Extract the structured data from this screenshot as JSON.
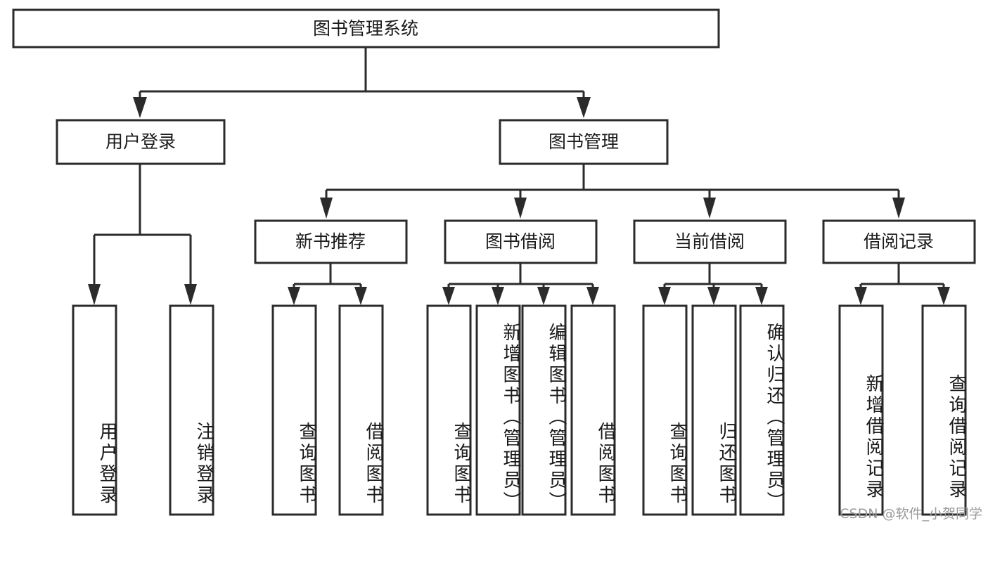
{
  "diagram": {
    "title": "图书管理系统",
    "type": "tree-hierarchy-chart",
    "watermark": "CSDN @软件_小贺同学",
    "root": {
      "id": "root",
      "label": "图书管理系统"
    },
    "level2": [
      {
        "id": "user-login",
        "label": "用户登录"
      },
      {
        "id": "book-manage",
        "label": "图书管理"
      }
    ],
    "level3": [
      {
        "id": "new-book-rec",
        "label": "新书推荐",
        "parent": "book-manage"
      },
      {
        "id": "book-borrow",
        "label": "图书借阅",
        "parent": "book-manage"
      },
      {
        "id": "current-borrow",
        "label": "当前借阅",
        "parent": "book-manage"
      },
      {
        "id": "borrow-record",
        "label": "借阅记录",
        "parent": "book-manage"
      }
    ],
    "leaves": [
      {
        "id": "leaf-user-login",
        "label": "用户登录",
        "parent": "user-login"
      },
      {
        "id": "leaf-logout",
        "label": "注销登录",
        "parent": "user-login"
      },
      {
        "id": "leaf-query-book-1",
        "label": "查询图书",
        "parent": "new-book-rec"
      },
      {
        "id": "leaf-borrow-book-1",
        "label": "借阅图书",
        "parent": "new-book-rec"
      },
      {
        "id": "leaf-query-book-2",
        "label": "查询图书",
        "parent": "book-borrow"
      },
      {
        "id": "leaf-add-book",
        "label": "新增图书（管理员）",
        "parent": "book-borrow"
      },
      {
        "id": "leaf-edit-book",
        "label": "编辑图书（管理员）",
        "parent": "book-borrow"
      },
      {
        "id": "leaf-borrow-book-2",
        "label": "借阅图书",
        "parent": "book-borrow"
      },
      {
        "id": "leaf-query-book-3",
        "label": "查询图书",
        "parent": "current-borrow"
      },
      {
        "id": "leaf-return-book",
        "label": "归还图书",
        "parent": "current-borrow"
      },
      {
        "id": "leaf-confirm-return",
        "label": "确认归还（管理员）",
        "parent": "current-borrow"
      },
      {
        "id": "leaf-add-record",
        "label": "新增借阅记录",
        "parent": "borrow-record"
      },
      {
        "id": "leaf-query-record",
        "label": "查询借阅记录",
        "parent": "borrow-record"
      }
    ],
    "colors": {
      "stroke": "#2b2b2b",
      "fill": "#ffffff",
      "text": "#1a1a1a",
      "watermark": "#9a9a9a"
    }
  }
}
